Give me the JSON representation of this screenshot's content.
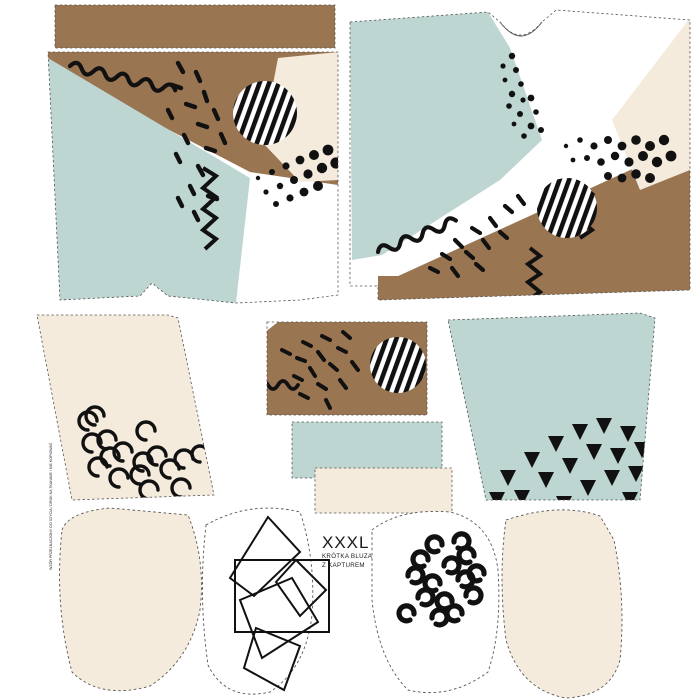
{
  "document": {
    "kind": "sewing-pattern-fabric-panel",
    "background_color": "#ffffff"
  },
  "palette": {
    "brown": "#9A7551",
    "mint": "#BDD6D1",
    "cream": "#F5EBDC",
    "white": "#FFFFFF",
    "ink": "#111111",
    "cutline": "#555555"
  },
  "size_label": {
    "size": "XXXL",
    "line1": "KRÓTKA BLUZA",
    "line2": "Z KAPTUREM"
  },
  "side_note": {
    "text": "WZÓR PRZEZNACZONY DO SZYCIA / DRUK NA TKANINIE / NIE KOPIOWAĆ"
  },
  "pieces": [
    {
      "id": "back-bodice",
      "name": "back-bodice-panel",
      "colors": [
        "#9A7551",
        "#BDD6D1",
        "#F5EBDC",
        "#FFFFFF"
      ]
    },
    {
      "id": "front-bodice",
      "name": "front-bodice-panel",
      "colors": [
        "#BDD6D1",
        "#9A7551",
        "#F5EBDC",
        "#FFFFFF"
      ]
    },
    {
      "id": "sleeve-left",
      "name": "left-sleeve-panel",
      "colors": [
        "#F5EBDC"
      ]
    },
    {
      "id": "pocket",
      "name": "pocket-panel",
      "colors": [
        "#9A7551",
        "#BDD6D1",
        "#F5EBDC"
      ]
    },
    {
      "id": "sleeve-right",
      "name": "right-sleeve-panel",
      "colors": [
        "#BDD6D1"
      ]
    },
    {
      "id": "hood-left",
      "name": "left-hood-panel",
      "colors": [
        "#F5EBDC"
      ]
    },
    {
      "id": "hood-center",
      "name": "center-label-panel",
      "colors": [
        "#FFFFFF"
      ]
    },
    {
      "id": "hood-leopard",
      "name": "leopard-print-panel",
      "colors": [
        "#FFFFFF"
      ]
    },
    {
      "id": "hood-right",
      "name": "right-hood-panel",
      "colors": [
        "#F5EBDC"
      ]
    }
  ],
  "motifs": {
    "wavy_line": "wavy-line-motif",
    "zigzag_line": "zigzag-line-motif",
    "striped_circle": "striped-circle-motif",
    "dashes": "dash-scatter-motif",
    "dots": "dot-gradient-motif",
    "triangles": "triangle-scatter-motif",
    "arcs": "arc-squiggle-motif",
    "leopard": "leopard-spot-motif",
    "squares": "overlapping-squares-motif"
  }
}
